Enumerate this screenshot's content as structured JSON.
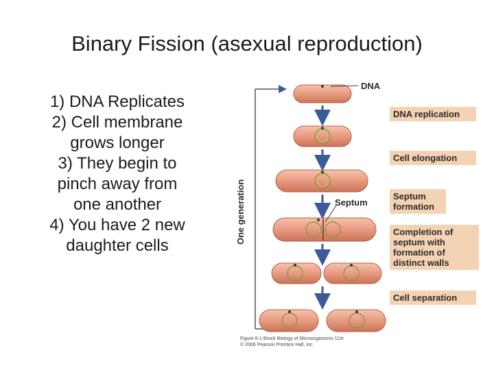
{
  "slide": {
    "title": "Binary Fission (asexual reproduction)",
    "steps": [
      "1) DNA Replicates",
      "2) Cell membrane",
      "grows longer",
      "3) They begin to",
      "pinch away from",
      "one another",
      "4) You have 2 new",
      "daughter cells"
    ]
  },
  "figure": {
    "dna_label": "DNA",
    "septum_label": "Septum",
    "generation_label": "One generation",
    "stages": [
      "DNA replication",
      "Cell elongation",
      "Septum formation",
      "Completion of septum with formation of distinct walls",
      "Cell separation"
    ],
    "credit_line1": "Figure 6-1 Brock Biology of Microorganisms 11/e",
    "credit_line2": "© 2006 Pearson Prentice Hall, Inc.",
    "colors": {
      "cell_fill": "#e89a80",
      "cell_stroke": "#b5603f",
      "nucleoid": "#d8b870",
      "arrow": "#3a5a9a",
      "tag_bg": "#f4d2b4"
    }
  }
}
